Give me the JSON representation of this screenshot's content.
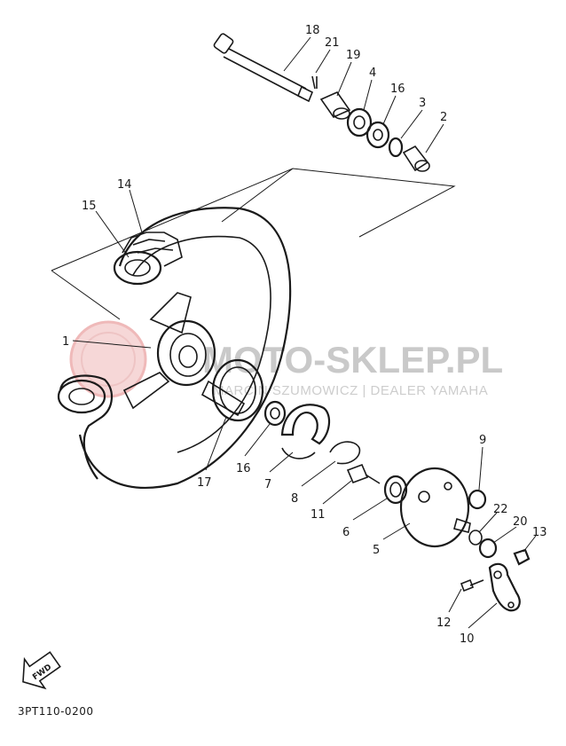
{
  "watermark": {
    "brand": "MOTO-SKLEP.PL",
    "dealer": "MARCIN SZUMOWICZ | DEALER YAMAHA"
  },
  "callouts": [
    {
      "id": "c18",
      "label": "18"
    },
    {
      "id": "c21",
      "label": "21"
    },
    {
      "id": "c19",
      "label": "19"
    },
    {
      "id": "c4",
      "label": "4"
    },
    {
      "id": "c16a",
      "label": "16"
    },
    {
      "id": "c3",
      "label": "3"
    },
    {
      "id": "c2",
      "label": "2"
    },
    {
      "id": "c14",
      "label": "14"
    },
    {
      "id": "c15",
      "label": "15"
    },
    {
      "id": "c1",
      "label": "1"
    },
    {
      "id": "c17",
      "label": "17"
    },
    {
      "id": "c16b",
      "label": "16"
    },
    {
      "id": "c7",
      "label": "7"
    },
    {
      "id": "c8",
      "label": "8"
    },
    {
      "id": "c11",
      "label": "11"
    },
    {
      "id": "c6",
      "label": "6"
    },
    {
      "id": "c5",
      "label": "5"
    },
    {
      "id": "c9",
      "label": "9"
    },
    {
      "id": "c22",
      "label": "22"
    },
    {
      "id": "c20",
      "label": "20"
    },
    {
      "id": "c13",
      "label": "13"
    },
    {
      "id": "c12",
      "label": "12"
    },
    {
      "id": "c10",
      "label": "10"
    }
  ],
  "fwd_label": "FWD",
  "diagram_code": "3PT110-0200"
}
